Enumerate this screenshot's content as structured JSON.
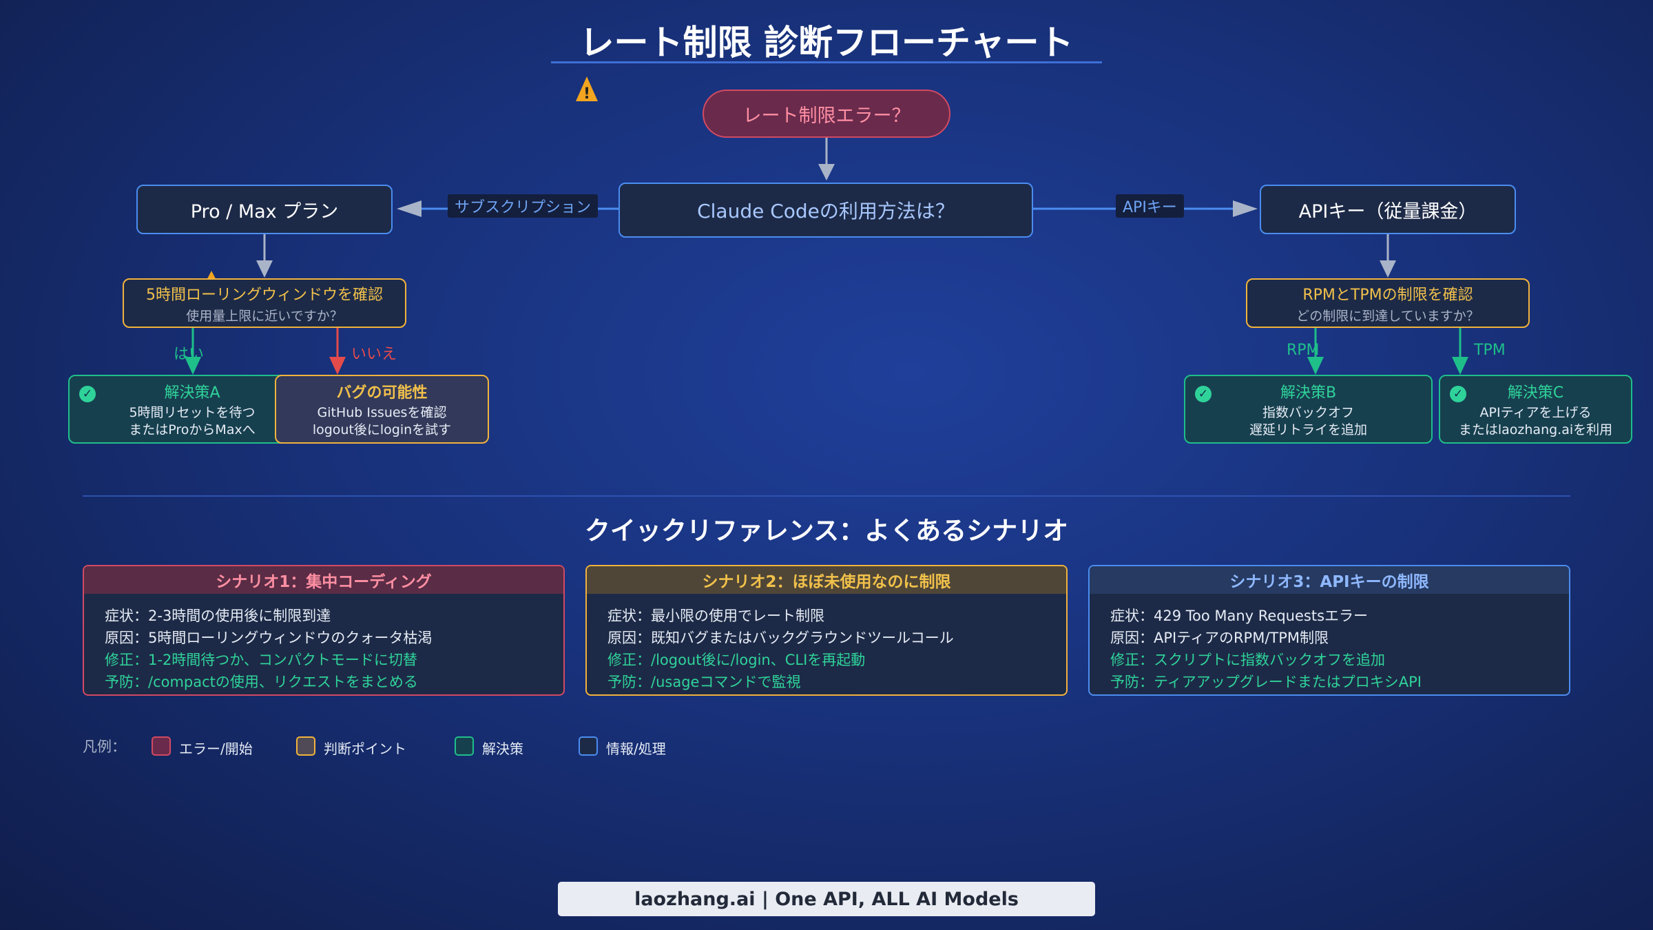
{
  "title": "レート制限 診断フローチャート",
  "start": "レート制限エラー？",
  "question": "Claude Codeの利用方法は？",
  "left_branch": {
    "edge": "サブスクリプション",
    "node": "Pro / Max プラン"
  },
  "right_branch": {
    "edge": "APIキー",
    "node": "APIキー（従量課金）"
  },
  "check_left": {
    "title": "5時間ローリングウィンドウを確認",
    "sub": "使用量上限に近いですか？"
  },
  "check_right": {
    "title": "RPMとTPMの制限を確認",
    "sub": "どの制限に到達していますか？"
  },
  "edges": {
    "yes": "はい",
    "no": "いいえ",
    "rpm": "RPM",
    "tpm": "TPM"
  },
  "solution_a": {
    "title": "解決策A",
    "line1": "5時間リセットを待つ",
    "line2": "またはProからMaxへ"
  },
  "bug": {
    "title": "バグの可能性",
    "line1": "GitHub Issuesを確認",
    "line2": "logout後にloginを試す"
  },
  "solution_b": {
    "title": "解決策B",
    "line1": "指数バックオフ",
    "line2": "遅延リトライを追加"
  },
  "solution_c": {
    "title": "解決策C",
    "line1": "APIティアを上げる",
    "line2": "またはlaozhang.aiを利用"
  },
  "section_title": "クイックリファレンス：よくあるシナリオ",
  "scenarios": [
    {
      "title": "シナリオ1：集中コーディング",
      "symptom": "症状：2-3時間の使用後に制限到達",
      "cause": "原因：5時間ローリングウィンドウのクォータ枯渇",
      "fix": "修正：1-2時間待つか、コンパクトモードに切替",
      "prevent": "予防：/compactの使用、リクエストをまとめる"
    },
    {
      "title": "シナリオ2：ほぼ未使用なのに制限",
      "symptom": "症状：最小限の使用でレート制限",
      "cause": "原因：既知バグまたはバックグラウンドツールコール",
      "fix": "修正：/logout後に/login、CLIを再起動",
      "prevent": "予防：/usageコマンドで監視"
    },
    {
      "title": "シナリオ3：APIキーの制限",
      "symptom": "症状：429 Too Many Requestsエラー",
      "cause": "原因：APIティアのRPM/TPM制限",
      "fix": "修正：スクリプトに指数バックオフを追加",
      "prevent": "予防：ティアアップグレードまたはプロキシAPI"
    }
  ],
  "legend": {
    "label": "凡例：",
    "items": [
      "エラー/開始",
      "判断ポイント",
      "解決策",
      "情報/処理"
    ]
  },
  "footer": "laozhang.ai | One API, ALL AI Models",
  "colors": {
    "error": "#d24a62",
    "decision": "#f2b33c",
    "solution": "#1fbf8a",
    "info": "#4b8df0",
    "no_edge": "#e54b4b"
  }
}
